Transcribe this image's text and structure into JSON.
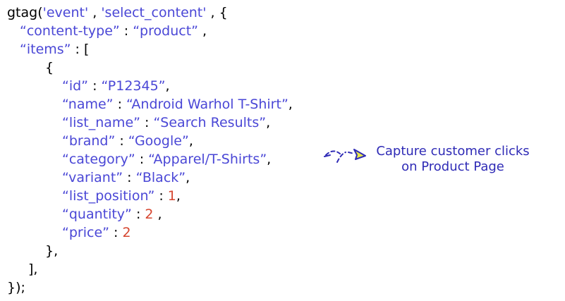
{
  "code": {
    "l1": {
      "fn": "gtag(",
      "q1": "'event'",
      "sep1": " , ",
      "q2": "'select_content'",
      "sep2": " , {"
    },
    "l2": {
      "key": "“content-type”",
      "colon": " : ",
      "val": "“product”",
      "end": " ,"
    },
    "l3": {
      "key": "“items”",
      "colon": " : ",
      "bracket": "["
    },
    "l4": "{",
    "items": [
      {
        "key": "“id”",
        "colon": " : ",
        "val": "“P12345”",
        "end": ","
      },
      {
        "key": "“name”",
        "colon": " : ",
        "val": "“Android Warhol T-Shirt”",
        "end": ","
      },
      {
        "key": "“list_name”",
        "colon": " : ",
        "val": "“Search Results”",
        "end": ","
      },
      {
        "key": "“brand”",
        "colon": " : ",
        "val": "“Google”",
        "end": ","
      },
      {
        "key": "“category”",
        "colon": " : ",
        "val": "“Apparel/T-Shirts”",
        "end": ","
      },
      {
        "key": "“variant”",
        "colon": " : ",
        "val": "“Black”",
        "end": ","
      },
      {
        "key": "“list_position”",
        "colon": " : ",
        "num": "1",
        "end": ","
      },
      {
        "key": "“quantity”",
        "colon": " : ",
        "num": "2",
        "end": " ,"
      },
      {
        "key": "“price”",
        "colon": " : ",
        "num": "2",
        "end": ""
      }
    ],
    "close_obj": "},",
    "close_arr": "],",
    "close_fn": "});"
  },
  "annotation": {
    "line1": "Capture customer clicks",
    "line2": "on Product Page"
  },
  "colors": {
    "key": "#4a47d6",
    "number": "#d6452f",
    "annotation": "#2f2bb6",
    "arrow_head": "#e6e84a"
  }
}
